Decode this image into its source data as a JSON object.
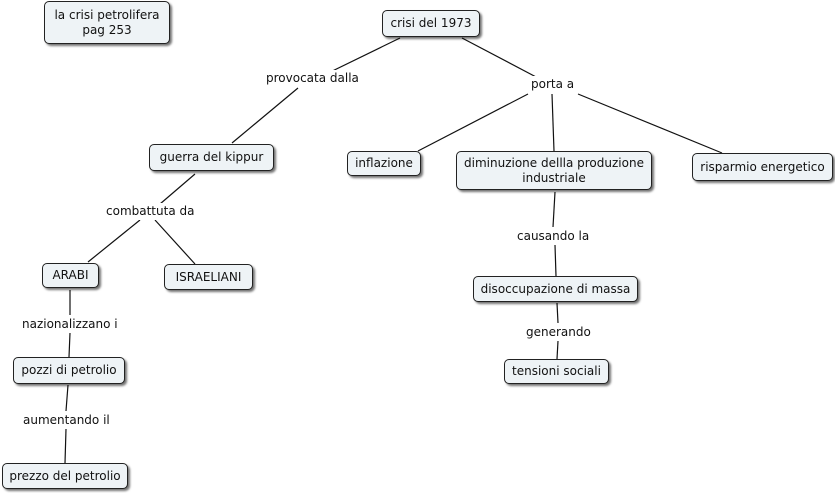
{
  "map": {
    "title_note": "la crisi petrolifera\npag 253",
    "nodes": {
      "root": "crisi del 1973",
      "guerra": "guerra del kippur",
      "inflazione": "inflazione",
      "diminuzione": "diminuzione dellla produzione\nindustriale",
      "risparmio": "risparmio energetico",
      "arabi": "ARABI",
      "israeliani": "ISRAELIANI",
      "pozzi": "pozzi di petrolio",
      "prezzo": "prezzo del petrolio",
      "disoccupazione": "disoccupazione di massa",
      "tensioni": "tensioni sociali"
    },
    "links": {
      "provocata": "provocata dalla",
      "porta": "porta a",
      "combattuta": "combattuta da",
      "nazionalizzano": "nazionalizzano i",
      "aumentando": "aumentando il",
      "causando": "causando la",
      "generando": "generando"
    }
  }
}
